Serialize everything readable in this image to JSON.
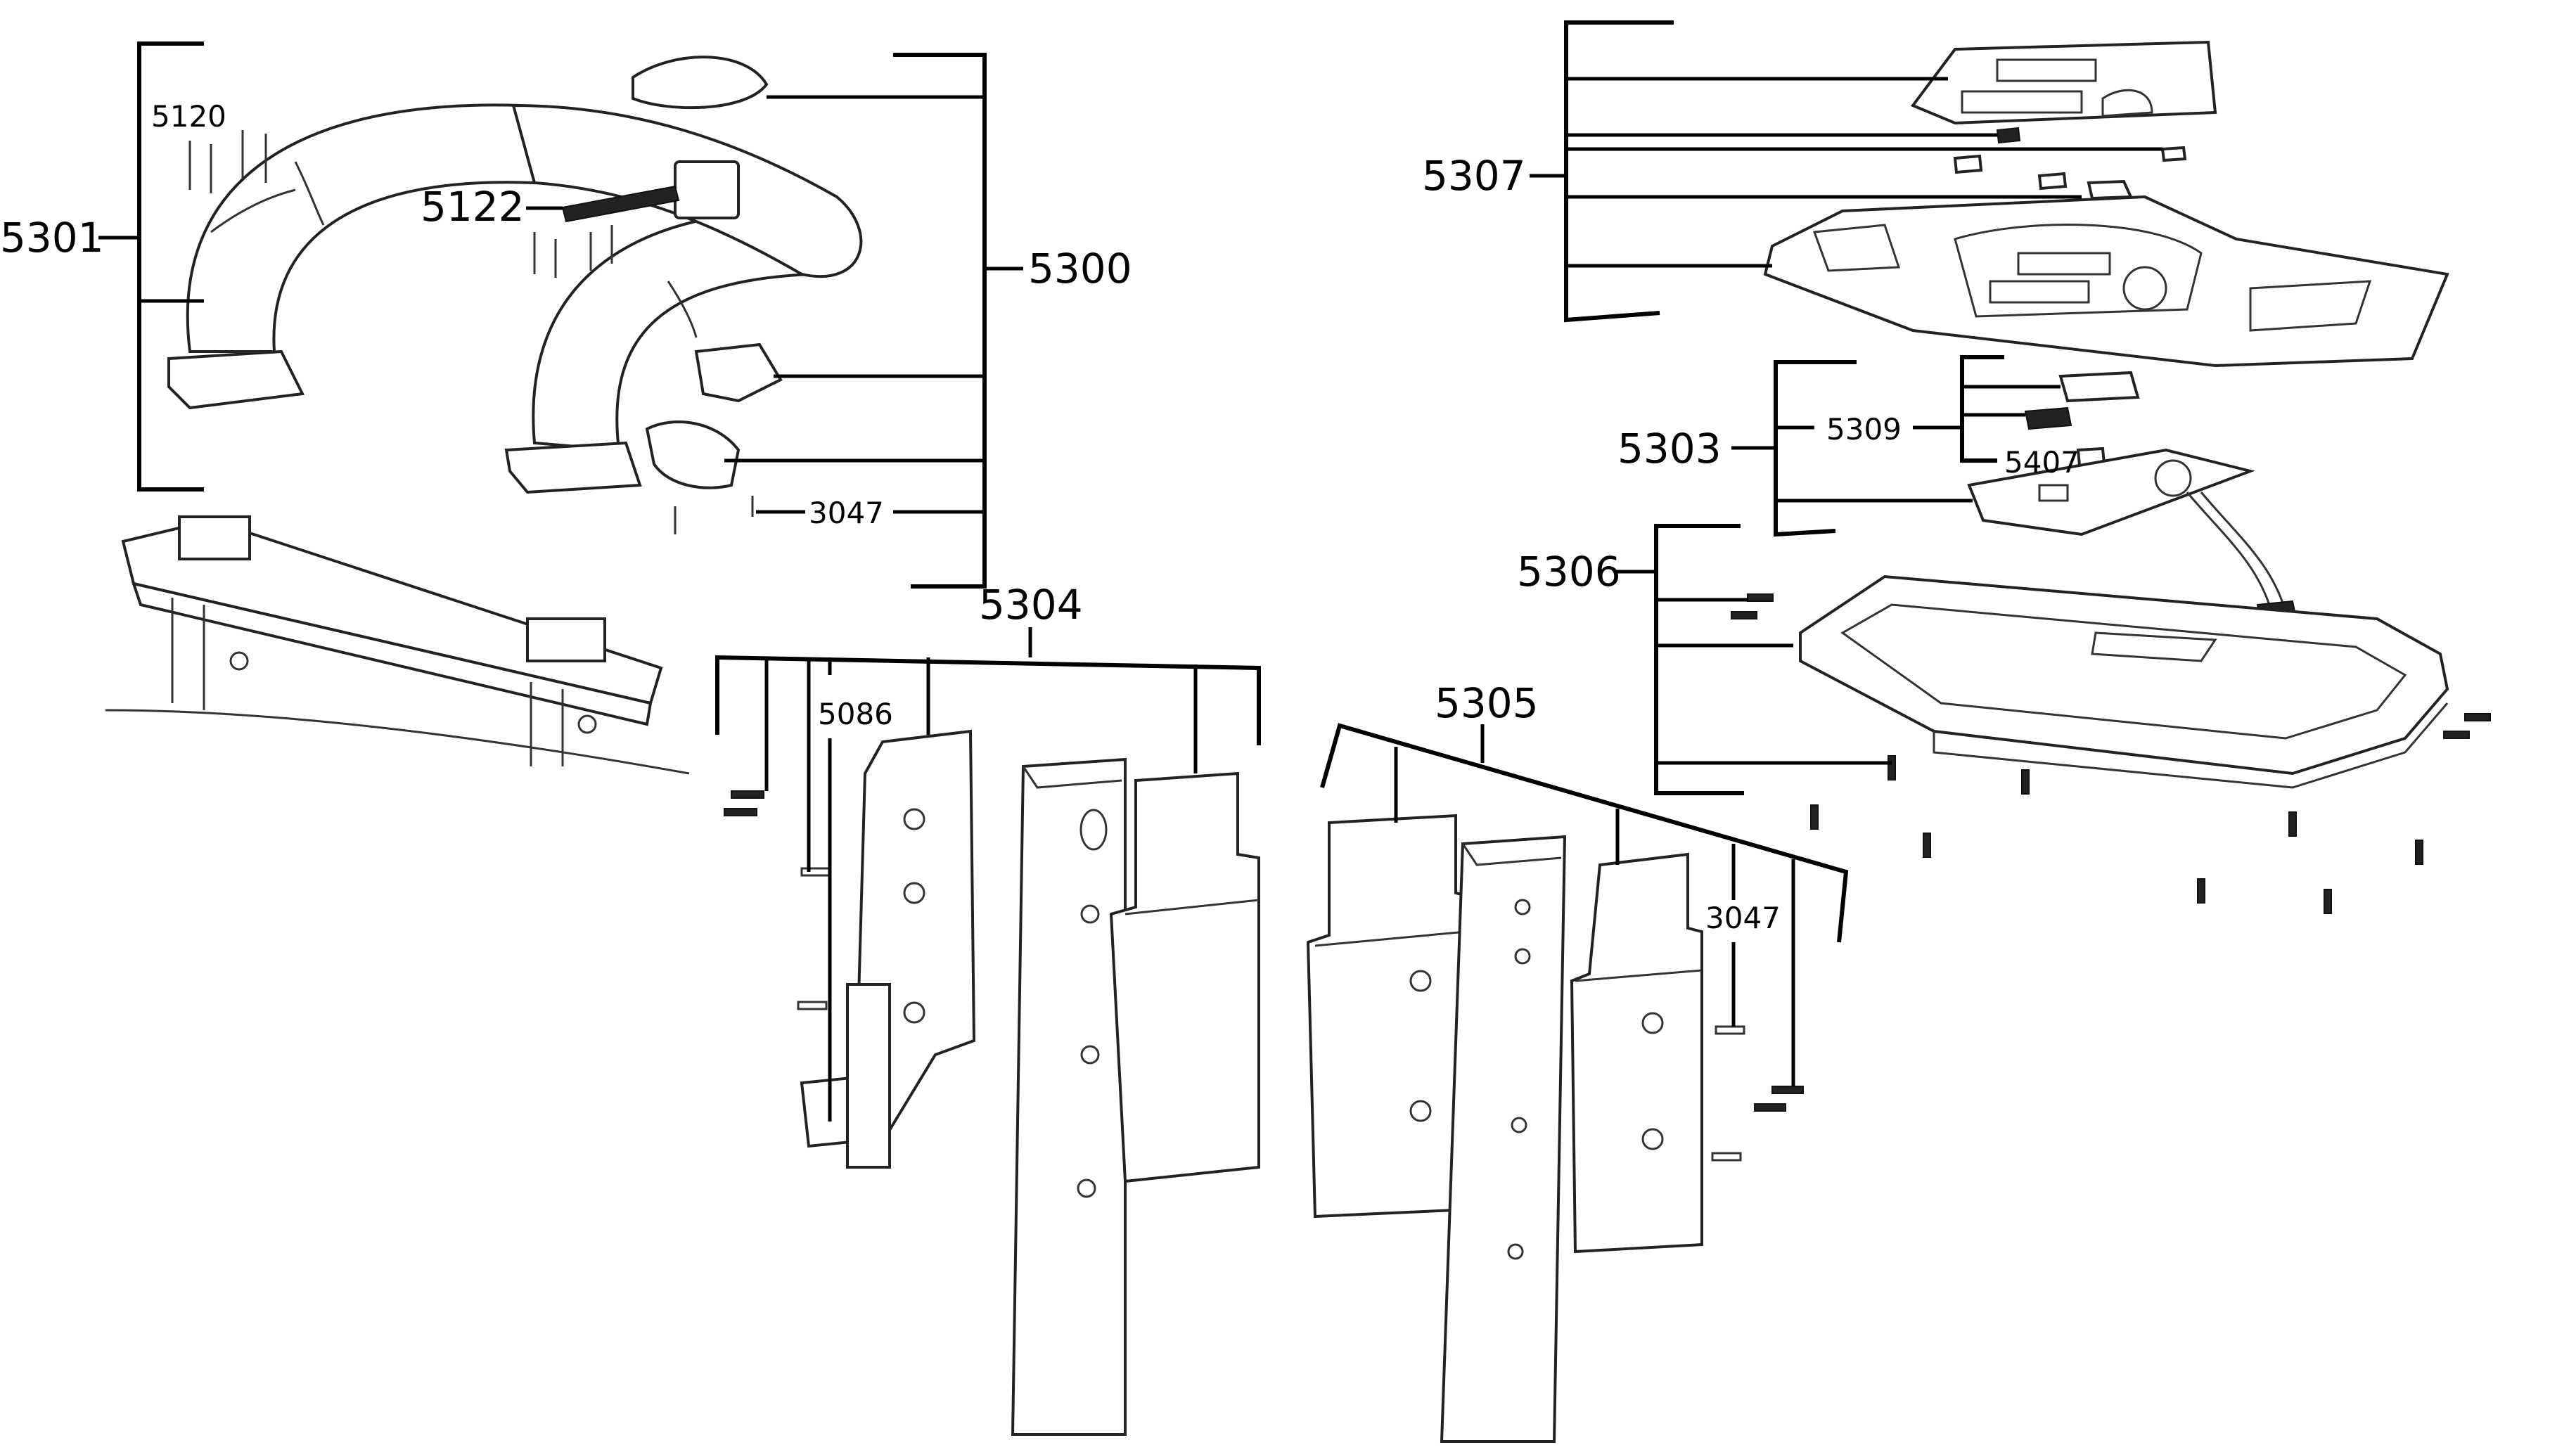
{
  "labels": {
    "l5301": "5301",
    "l5120": "5120",
    "l5122": "5122",
    "l5300": "5300",
    "l3047a": "3047",
    "l5304": "5304",
    "l5086": "5086",
    "l5305": "5305",
    "l3047b": "3047",
    "l5307": "5307",
    "l5303": "5303",
    "l5309": "5309",
    "l5407": "5407",
    "l5306": "5306"
  }
}
